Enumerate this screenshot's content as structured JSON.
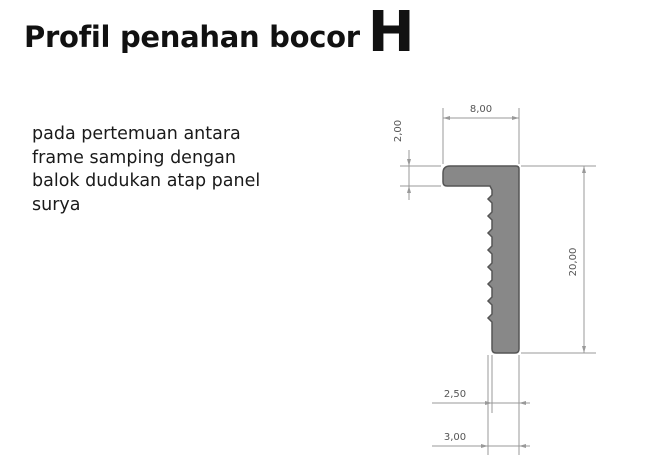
{
  "title": {
    "main": "Profil penahan bocor",
    "letter": "H"
  },
  "description": {
    "lines": [
      "pada pertemuan antara",
      "frame samping dengan",
      "balok dudukan atap panel",
      "surya"
    ]
  },
  "drawing": {
    "colors": {
      "profile_fill": "#888888",
      "profile_stroke": "#555555",
      "dimension_line": "#999999"
    },
    "dimensions": {
      "top_width": "8,00",
      "flange_thickness": "2,00",
      "total_height": "20,00",
      "web_thickness": "2,50",
      "overall_bottom_width": "3,00"
    }
  }
}
